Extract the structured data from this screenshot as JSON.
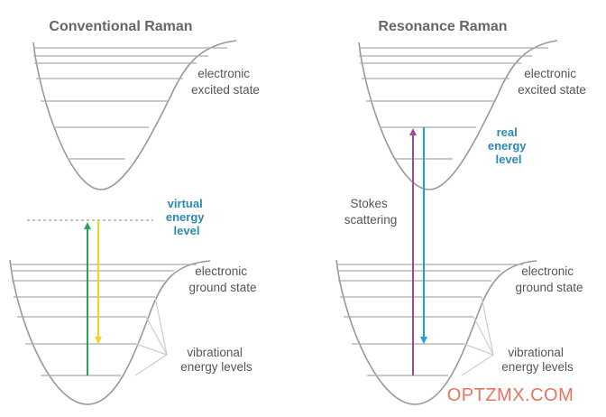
{
  "left_panel": {
    "title": "Conventional Raman",
    "excited_label": [
      "electronic",
      "excited state"
    ],
    "virtual_label": [
      "virtual",
      "energy",
      "level"
    ],
    "ground_label": [
      "electronic",
      "ground state"
    ],
    "vibrational_label": [
      "vibrational",
      "energy levels"
    ]
  },
  "right_panel": {
    "title": "Resonance Raman",
    "excited_label": [
      "electronic",
      "excited state"
    ],
    "real_label": [
      "real",
      "energy",
      "level"
    ],
    "stokes_label": [
      "Stokes",
      "scattering"
    ],
    "ground_label": [
      "electronic",
      "ground state"
    ],
    "vibrational_label": [
      "vibrational",
      "energy levels"
    ]
  },
  "watermark": "OPTZMX.COM",
  "colors": {
    "curve": "#999999",
    "level_line": "#aaaaaa",
    "excitation_arrow_conventional": "#27a35a",
    "scattered_arrow_conventional": "#f2d21b",
    "excitation_arrow_resonance": "#a04a93",
    "scattered_arrow_resonance": "#1aa3d6",
    "highlight_text": "#2a8ab0",
    "watermark": "#e8745f"
  }
}
